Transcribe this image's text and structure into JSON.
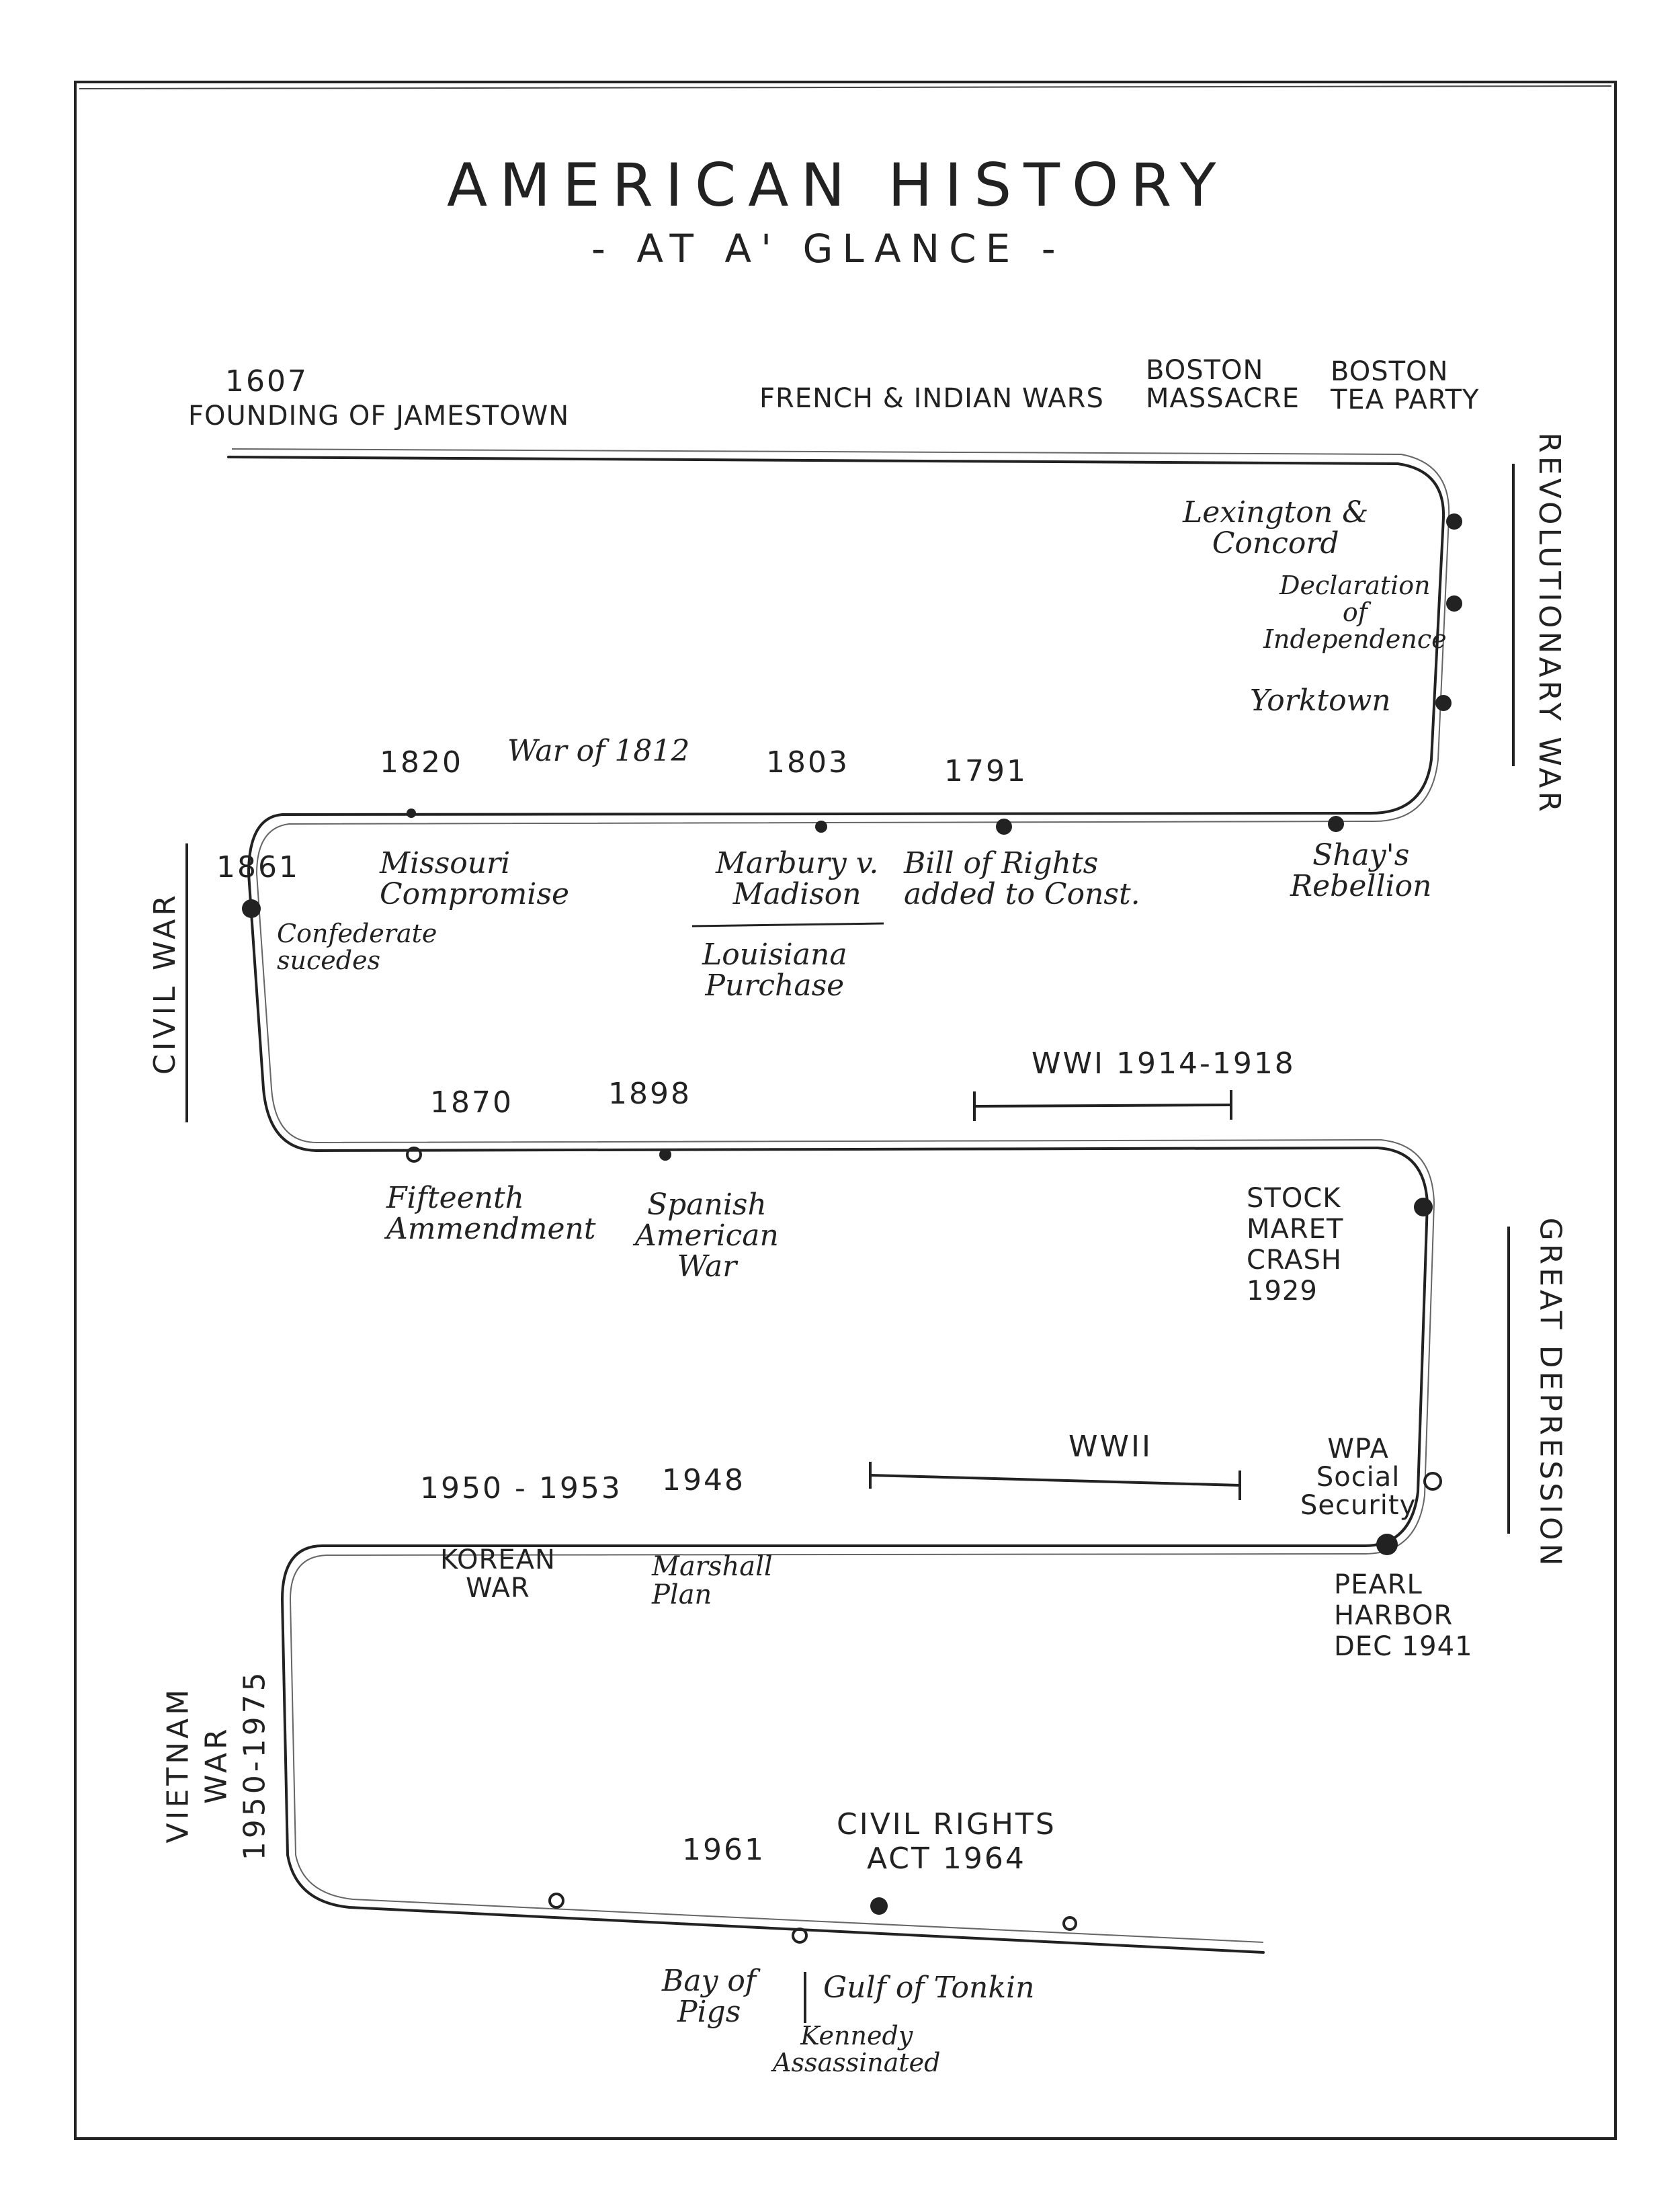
{
  "title": "AMERICAN HISTORY",
  "subtitle": "- AT A' GLANCE -",
  "eras": {
    "revolutionary_war": "REVOLUTIONARY WAR",
    "civil_war": "CIVIL WAR",
    "great_depression": "GREAT DEPRESSION",
    "vietnam_war": "VIETNAM\nWAR\n1950-1975"
  },
  "events": {
    "jamestown_year": "1607",
    "jamestown": "FOUNDING OF JAMESTOWN",
    "french_indian": "FRENCH & INDIAN WARS",
    "boston_massacre": "BOSTON\nMASSACRE",
    "boston_tea_party": "BOSTON\nTEA PARTY",
    "lexington": "Lexington &\nConcord",
    "declaration": "Declaration\nof\nIndependence",
    "yorktown": "Yorktown",
    "shays": "Shay's\nRebellion",
    "bill_of_rights_year": "1791",
    "bill_of_rights": "Bill of Rights\nadded to Const.",
    "marbury_year": "1803",
    "marbury": "Marbury v.\nMadison",
    "louisiana": "Louisiana\nPurchase",
    "war_1812": "War of 1812",
    "missouri_year": "1820",
    "missouri": "Missouri\nCompromise",
    "civil_war_year": "1861",
    "confederate": "Confederate\nsucedes",
    "fifteenth_year": "1870",
    "fifteenth": "Fifteenth\nAmmendment",
    "spanish_year": "1898",
    "spanish": "Spanish\nAmerican\nWar",
    "wwi": "WWI  1914-1918",
    "stock_crash": "STOCK\nMARET\nCRASH\n1929",
    "wpa": "WPA\nSocial\nSecurity",
    "wwii": "WWII",
    "pearl_harbor": "PEARL\nHARBOR\nDEC 1941",
    "marshall_year": "1948",
    "marshall": "Marshall\nPlan",
    "korean_year": "1950 - 1953",
    "korean": "KOREAN\nWAR",
    "bay_of_pigs_year": "1961",
    "bay_of_pigs": "Bay of\nPigs",
    "civil_rights": "CIVIL RIGHTS\nACT 1964",
    "gulf_of_tonkin": "Gulf of Tonkin",
    "kennedy": "Kennedy\nAssassinated"
  },
  "colors": {
    "ink": "#222222",
    "paper": "#ffffff"
  }
}
